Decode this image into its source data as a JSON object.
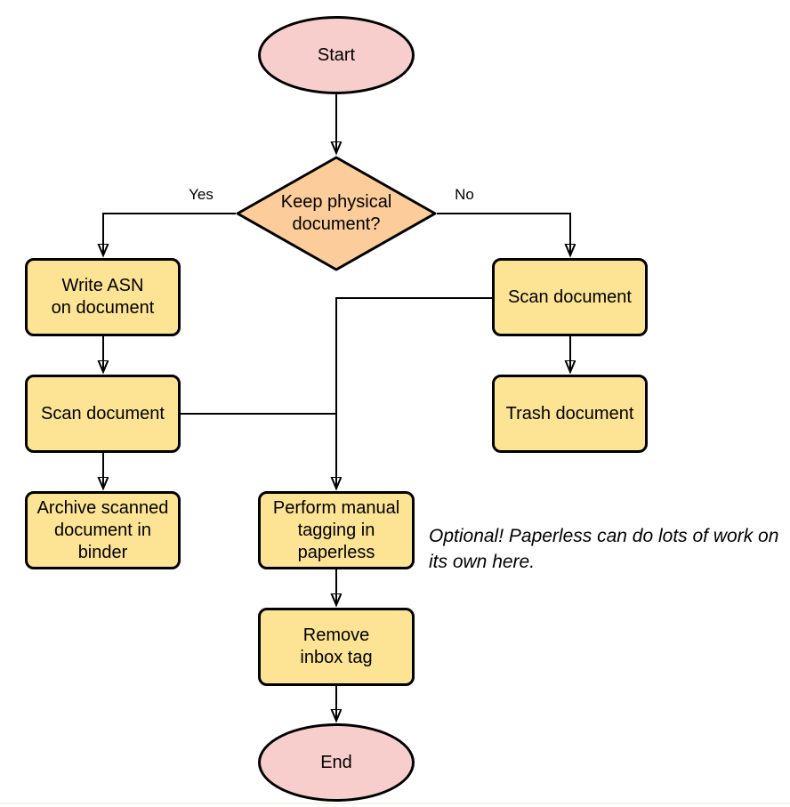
{
  "flowchart": {
    "nodes": {
      "start": "Start",
      "decision": "Keep physical\ndocument?",
      "write_asn": "Write ASN\non document",
      "scan_left": "Scan document",
      "archive": "Archive scanned\ndocument in\nbinder",
      "scan_right": "Scan document",
      "trash": "Trash document",
      "tagging": "Perform manual\ntagging in\npaperless",
      "remove_inbox": "Remove\ninbox tag",
      "end": "End"
    },
    "edge_labels": {
      "yes": "Yes",
      "no": "No"
    },
    "note": "Optional! Paperless can do lots of work on\nits own here.",
    "colors": {
      "terminator_fill": "#f8cecc",
      "decision_fill": "#fccd9a",
      "process_fill": "#fce494",
      "stroke": "#000000",
      "background": "#ffffff"
    }
  }
}
